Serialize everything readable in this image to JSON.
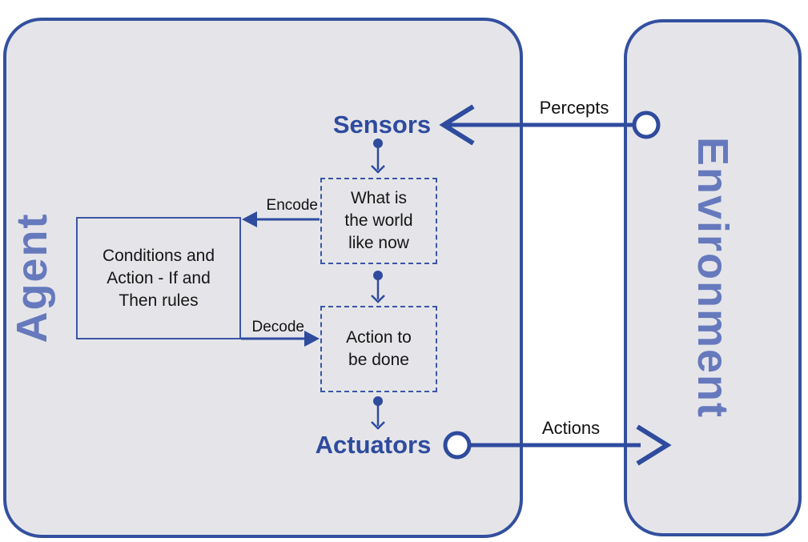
{
  "colors": {
    "primary_blue": "#2e4b9e",
    "panel_border_blue": "#33509f",
    "thin_border_blue": "#3b55a5",
    "panel_label_blue": "#6679bd",
    "panel_fill_gray": "#e5e5e9",
    "edge_label_black": "#111111",
    "background_white": "#ffffff"
  },
  "panels": {
    "agent": {
      "label": "Agent"
    },
    "environment": {
      "label": "Environment"
    }
  },
  "nodes": {
    "sensors": {
      "label": "Sensors"
    },
    "actuators": {
      "label": "Actuators"
    },
    "world_state": {
      "text": "What is the world like now",
      "lines": [
        "What is",
        "the world",
        "like now"
      ]
    },
    "action_to_do": {
      "text": "Action to be done",
      "lines": [
        "Action to",
        "be done"
      ]
    },
    "rules": {
      "text": "Conditions and Action - If and Then rules",
      "lines": [
        "Conditions and",
        "Action - If and",
        "Then rules"
      ]
    }
  },
  "edges": {
    "percepts": {
      "label": "Percepts",
      "from": "Environment",
      "to": "Sensors"
    },
    "actions": {
      "label": "Actions",
      "from": "Actuators",
      "to": "Environment"
    },
    "encode": {
      "label": "Encode",
      "from": "What is the world like now",
      "to": "Conditions and Action - If and Then rules"
    },
    "decode": {
      "label": "Decode",
      "from": "Conditions and Action - If and Then rules",
      "to": "Action to be done"
    }
  }
}
